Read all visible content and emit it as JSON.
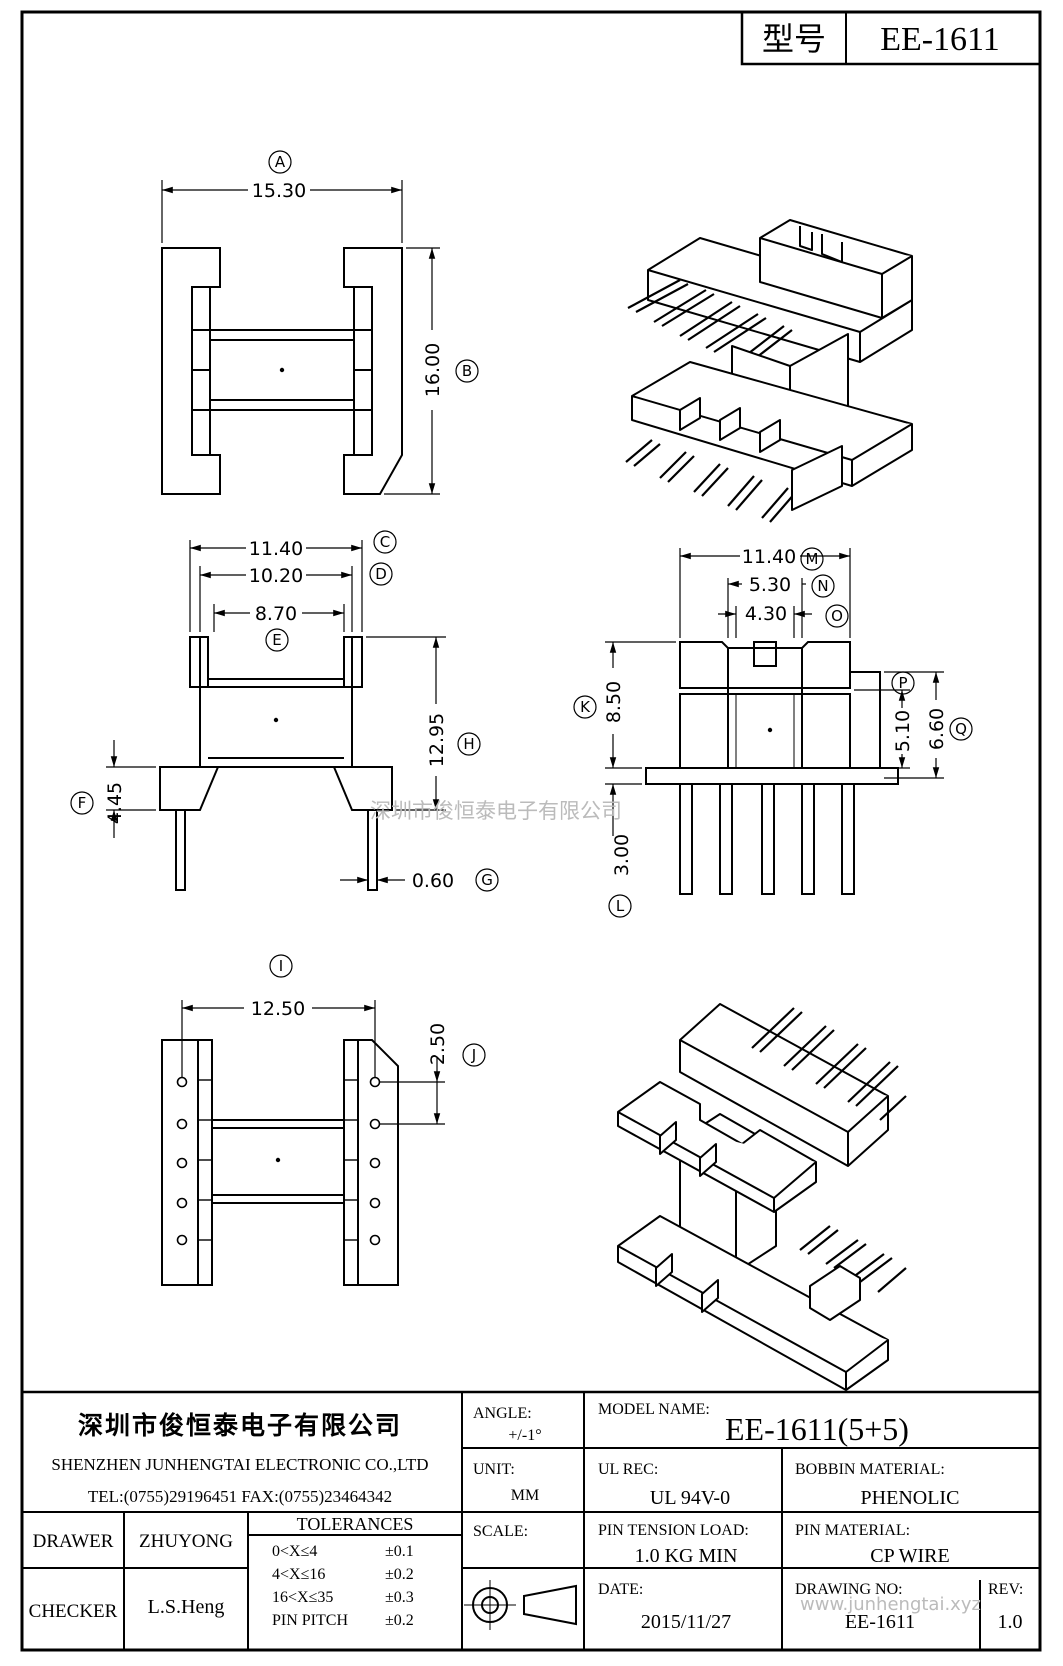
{
  "header": {
    "model_label": "型号",
    "model_value": "EE-1611"
  },
  "dimensions": {
    "A": {
      "label": "A",
      "value": "15.30"
    },
    "B": {
      "label": "B",
      "value": "16.00"
    },
    "C": {
      "label": "C",
      "value": "11.40"
    },
    "D": {
      "label": "D",
      "value": "10.20"
    },
    "E": {
      "label": "E",
      "value": "8.70"
    },
    "F": {
      "label": "F",
      "value": "4.45"
    },
    "G": {
      "label": "G",
      "value": "0.60"
    },
    "H": {
      "label": "H",
      "value": "12.95"
    },
    "I": {
      "label": "I",
      "value": "12.50"
    },
    "J": {
      "label": "J",
      "value": "2.50"
    },
    "K": {
      "label": "K",
      "value": "8.50"
    },
    "L": {
      "label": "L",
      "value": "3.00"
    },
    "M": {
      "label": "M",
      "value": "11.40"
    },
    "N": {
      "label": "N",
      "value": "5.30"
    },
    "O": {
      "label": "O",
      "value": "4.30"
    },
    "P": {
      "label": "P",
      "value": "5.10"
    },
    "Q": {
      "label": "Q",
      "value": "6.60"
    }
  },
  "watermarks": {
    "center": "深圳市俊恒泰电子有限公司",
    "corner": "www.junhengtai.xyz"
  },
  "title_block": {
    "company_cn": "深圳市俊恒泰电子有限公司",
    "company_en": "SHENZHEN JUNHENGTAI ELECTRONIC CO.,LTD",
    "contact": "TEL:(0755)29196451 FAX:(0755)23464342",
    "angle_label": "ANGLE:",
    "angle_value": "+/-1°",
    "unit_label": "UNIT:",
    "unit_value": "MM",
    "scale_label": "SCALE:",
    "model_name_label": "MODEL NAME:",
    "model_name_value": "EE-1611(5+5)",
    "ul_label": "UL REC:",
    "ul_value": "UL 94V-0",
    "bobbin_label": "BOBBIN MATERIAL:",
    "bobbin_value": "PHENOLIC",
    "pin_tension_label": "PIN TENSION LOAD:",
    "pin_tension_value": "1.0 KG MIN",
    "pin_material_label": "PIN MATERIAL:",
    "pin_material_value": "CP WIRE",
    "date_label": "DATE:",
    "date_value": "2015/11/27",
    "drawing_no_label": "DRAWING NO:",
    "drawing_no_value": "EE-1611",
    "rev_label": "REV:",
    "rev_value": "1.0",
    "drawer_label": "DRAWER",
    "drawer_value": "ZHUYONG",
    "checker_label": "CHECKER",
    "checker_value": "L.S.Heng",
    "tolerances_label": "TOLERANCES",
    "tolerances": [
      {
        "range": "0<X≤4",
        "value": "±0.1"
      },
      {
        "range": "4<X≤16",
        "value": "±0.2"
      },
      {
        "range": "16<X≤35",
        "value": "±0.3"
      },
      {
        "range": "PIN PITCH",
        "value": "±0.2"
      }
    ]
  }
}
